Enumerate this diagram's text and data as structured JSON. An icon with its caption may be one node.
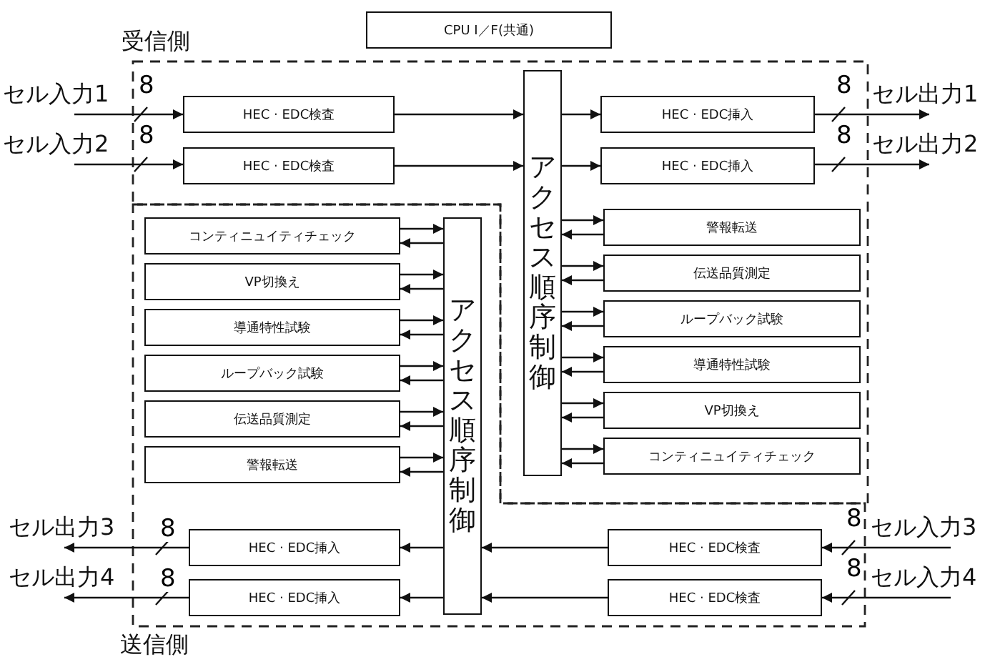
{
  "diagram": {
    "nodes": [
      {
        "text": [
          "CPU I／F(共通)"
        ]
      },
      {
        "text": [
          "受信側"
        ]
      },
      {
        "text": [
          "セル入力1"
        ]
      },
      {
        "text": [
          "セル入力2"
        ]
      },
      {
        "text": [
          "HEC · EDC検査"
        ],
        "in": 1
      },
      {
        "text": [
          "HEC · EDC検査"
        ],
        "in": 1
      },
      {
        "text": [
          "アクセス順序制御"
        ],
        "in": 1
      },
      {
        "text": [
          "HEC · EDC挿入"
        ],
        "in": 1
      },
      {
        "text": [
          "HEC · EDC挿入"
        ],
        "in": 1
      },
      {
        "text": [
          "セル出力1"
        ]
      },
      {
        "text": [
          "セル出力2"
        ]
      },
      {
        "text": [
          "警報転送"
        ],
        "in": 1
      },
      {
        "text": [
          "伝送品質測定"
        ],
        "in": 1
      },
      {
        "text": [
          "ループバック試験"
        ],
        "in": 1
      },
      {
        "text": [
          "導通特性試験"
        ],
        "in": 1
      },
      {
        "text": [
          "VP切換え"
        ],
        "in": 1
      },
      {
        "text": [
          "コンティニュイティチェック"
        ],
        "in": 1
      },
      {
        "text": [
          "送信側"
        ]
      },
      {
        "text": [
          "コンティニュイティチェック"
        ],
        "in": 17
      },
      {
        "text": [
          "VP切換え"
        ],
        "in": 17
      },
      {
        "text": [
          "導通特性試験"
        ],
        "in": 17
      },
      {
        "text": [
          "ループバック試験"
        ],
        "in": 17
      },
      {
        "text": [
          "伝送品質測定"
        ],
        "in": 17
      },
      {
        "text": [
          "警報転送"
        ],
        "in": 17
      },
      {
        "text": [
          "アクセス順序制御"
        ],
        "in": 17
      },
      {
        "text": [
          "セル出力3"
        ]
      },
      {
        "text": [
          "セル出力4"
        ]
      },
      {
        "text": [
          "HEC · EDC挿入"
        ],
        "in": 17
      },
      {
        "text": [
          "HEC · EDC挿入"
        ],
        "in": 17
      },
      {
        "text": [
          "HEC · EDC検査"
        ],
        "in": 17
      },
      {
        "text": [
          "HEC · EDC検査"
        ],
        "in": 17
      },
      {
        "text": [
          "セル入力3"
        ]
      },
      {
        "text": [
          "セル入力4"
        ]
      }
    ],
    "edges": [
      {
        "from": 2,
        "to": 4,
        "arrow": "to",
        "label": "8"
      },
      {
        "from": 3,
        "to": 5,
        "arrow": "to",
        "label": "8"
      },
      {
        "from": 4,
        "to": 6,
        "arrow": "to"
      },
      {
        "from": 5,
        "to": 6,
        "arrow": "to"
      },
      {
        "from": 6,
        "to": 7,
        "arrow": "to"
      },
      {
        "from": 6,
        "to": 8,
        "arrow": "to"
      },
      {
        "from": 7,
        "to": 9,
        "arrow": "to",
        "label": "8"
      },
      {
        "from": 8,
        "to": 10,
        "arrow": "to",
        "label": "8"
      },
      {
        "from": 6,
        "to": 11,
        "arrow": "to"
      },
      {
        "from": 11,
        "to": 6,
        "arrow": "to"
      },
      {
        "from": 6,
        "to": 12,
        "arrow": "to"
      },
      {
        "from": 12,
        "to": 6,
        "arrow": "to"
      },
      {
        "from": 6,
        "to": 13,
        "arrow": "to"
      },
      {
        "from": 13,
        "to": 6,
        "arrow": "to"
      },
      {
        "from": 6,
        "to": 14,
        "arrow": "to"
      },
      {
        "from": 14,
        "to": 6,
        "arrow": "to"
      },
      {
        "from": 6,
        "to": 15,
        "arrow": "to"
      },
      {
        "from": 15,
        "to": 6,
        "arrow": "to"
      },
      {
        "from": 6,
        "to": 16,
        "arrow": "to"
      },
      {
        "from": 16,
        "to": 6,
        "arrow": "to"
      },
      {
        "from": 18,
        "to": 24,
        "arrow": "to"
      },
      {
        "from": 24,
        "to": 18,
        "arrow": "to"
      },
      {
        "from": 19,
        "to": 24,
        "arrow": "to"
      },
      {
        "from": 24,
        "to": 19,
        "arrow": "to"
      },
      {
        "from": 20,
        "to": 24,
        "arrow": "to"
      },
      {
        "from": 24,
        "to": 20,
        "arrow": "to"
      },
      {
        "from": 21,
        "to": 24,
        "arrow": "to"
      },
      {
        "from": 24,
        "to": 21,
        "arrow": "to"
      },
      {
        "from": 22,
        "to": 24,
        "arrow": "to"
      },
      {
        "from": 24,
        "to": 22,
        "arrow": "to"
      },
      {
        "from": 23,
        "to": 24,
        "arrow": "to"
      },
      {
        "from": 24,
        "to": 23,
        "arrow": "to"
      },
      {
        "from": 31,
        "to": 29,
        "arrow": "to",
        "label": "8"
      },
      {
        "from": 32,
        "to": 30,
        "arrow": "to",
        "label": "8"
      },
      {
        "from": 29,
        "to": 24,
        "arrow": "to"
      },
      {
        "from": 30,
        "to": 24,
        "arrow": "to"
      },
      {
        "from": 24,
        "to": 27,
        "arrow": "to"
      },
      {
        "from": 24,
        "to": 28,
        "arrow": "to"
      },
      {
        "from": 27,
        "to": 25,
        "arrow": "to",
        "label": "8"
      },
      {
        "from": 28,
        "to": 26,
        "arrow": "to",
        "label": "8"
      }
    ]
  }
}
